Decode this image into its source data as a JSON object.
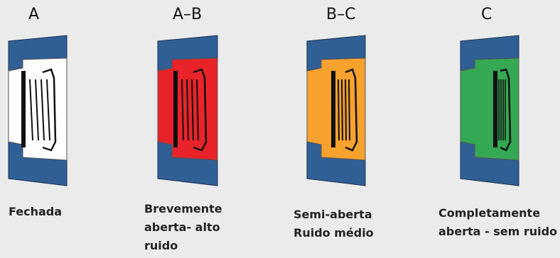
{
  "diagram": {
    "colors": {
      "body": "#2f5f95",
      "body_outline": "#1a3050",
      "closed_fill": "#ffffff",
      "slight_fill": "#e8232a",
      "semi_fill": "#f7a12e",
      "full_fill": "#34a852",
      "background": "#ebebeb"
    },
    "stages": [
      {
        "letter": "A",
        "fill_color_key": "closed_fill",
        "caption_lines": [
          "Fechada"
        ]
      },
      {
        "letter": "A–B",
        "fill_color_key": "slight_fill",
        "caption_lines": [
          "Brevemente",
          "aberta- alto",
          "ruido"
        ]
      },
      {
        "letter": "B–C",
        "fill_color_key": "semi_fill",
        "caption_lines": [
          "Semi-aberta",
          "Ruido médio"
        ]
      },
      {
        "letter": "C",
        "fill_color_key": "full_fill",
        "caption_lines": [
          "Completamente",
          "aberta - sem ruido"
        ]
      }
    ]
  }
}
